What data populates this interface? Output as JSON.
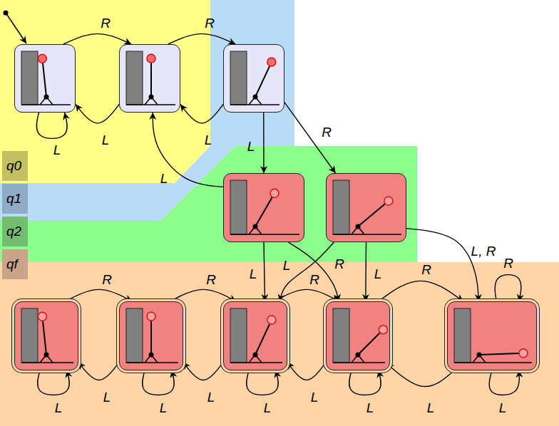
{
  "diagram": {
    "nodes": [
      {
        "text": []
      },
      {
        "text": []
      },
      {
        "text": []
      },
      {
        "text": []
      },
      {
        "text": []
      },
      {
        "text": []
      },
      {
        "text": []
      },
      {
        "text": []
      },
      {
        "text": []
      },
      {
        "text": []
      }
    ],
    "edges": [
      {
        "from": 0,
        "to": 1,
        "label": "R",
        "arrow": "to"
      },
      {
        "from": 1,
        "to": 0,
        "label": "L",
        "arrow": "to"
      },
      {
        "from": 0,
        "to": 0,
        "label": "L",
        "arrow": "to"
      },
      {
        "from": 1,
        "to": 2,
        "label": "R",
        "arrow": "to"
      },
      {
        "from": 2,
        "to": 1,
        "label": "L",
        "arrow": "to"
      },
      {
        "from": 2,
        "to": 3,
        "label": "L",
        "arrow": "to"
      },
      {
        "from": 2,
        "to": 4,
        "label": "R",
        "arrow": "to"
      },
      {
        "from": 3,
        "to": 1,
        "label": "L",
        "arrow": "to"
      },
      {
        "from": 3,
        "to": 7,
        "label": "L",
        "arrow": "to"
      },
      {
        "from": 3,
        "to": 8,
        "label": "R",
        "arrow": "to"
      },
      {
        "from": 4,
        "to": 7,
        "label": "L",
        "arrow": "to"
      },
      {
        "from": 4,
        "to": 8,
        "label": "L",
        "arrow": "to"
      },
      {
        "from": 4,
        "to": 9,
        "label": "L, R",
        "arrow": "to"
      },
      {
        "from": 5,
        "to": 6,
        "label": "R",
        "arrow": "to"
      },
      {
        "from": 6,
        "to": 5,
        "label": "L",
        "arrow": "to"
      },
      {
        "from": 5,
        "to": 5,
        "label": "L",
        "arrow": "to"
      },
      {
        "from": 6,
        "to": 7,
        "label": "R",
        "arrow": "to"
      },
      {
        "from": 7,
        "to": 6,
        "label": "L",
        "arrow": "to"
      },
      {
        "from": 6,
        "to": 6,
        "label": "L",
        "arrow": "to"
      },
      {
        "from": 7,
        "to": 8,
        "label": "R",
        "arrow": "to"
      },
      {
        "from": 8,
        "to": 7,
        "label": "L",
        "arrow": "to"
      },
      {
        "from": 7,
        "to": 7,
        "label": "L",
        "arrow": "to"
      },
      {
        "from": 8,
        "to": 9,
        "label": "R",
        "arrow": "to"
      },
      {
        "from": 9,
        "to": 8,
        "label": "L",
        "arrow": "to"
      },
      {
        "from": 8,
        "to": 8,
        "label": "L",
        "arrow": "to"
      },
      {
        "from": 9,
        "to": 9,
        "label": "R",
        "arrow": "to"
      },
      {
        "from": 9,
        "to": 9,
        "label": "L",
        "arrow": "to"
      }
    ],
    "legend": [
      {
        "text": "q0",
        "color": "#c2c062"
      },
      {
        "text": "q1",
        "color": "#8fabc6"
      },
      {
        "text": "q2",
        "color": "#74bc70"
      },
      {
        "text": "qf",
        "color": "#c9a48a"
      }
    ]
  }
}
